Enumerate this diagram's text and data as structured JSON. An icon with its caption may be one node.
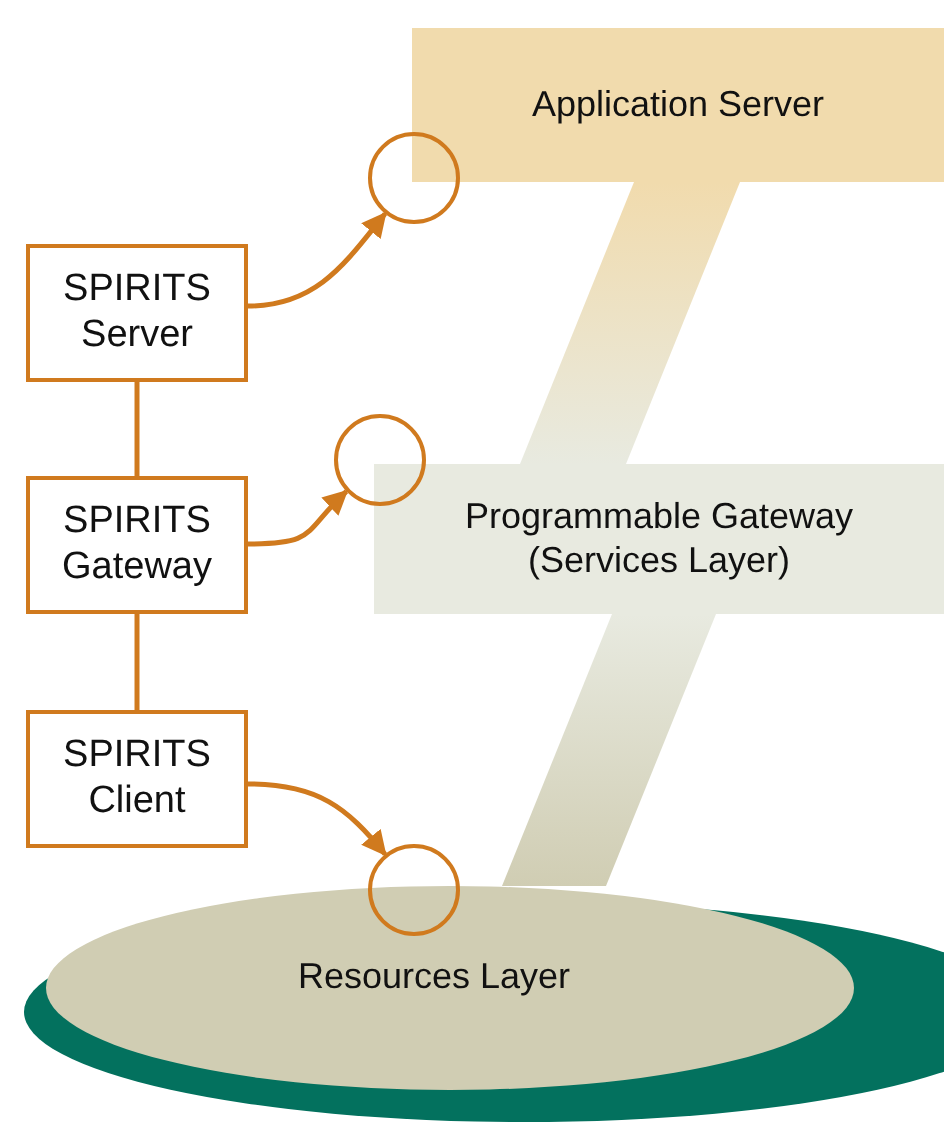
{
  "diagram": {
    "nodes": [
      {
        "text": [
          "Application Server"
        ]
      },
      {
        "text": [
          "Programmable Gateway (Services Layer)"
        ]
      },
      {
        "text": [
          "Resources Layer"
        ]
      },
      {
        "text": [
          "SPIRITS Server"
        ]
      },
      {
        "text": [
          "SPIRITS Gateway"
        ]
      },
      {
        "text": [
          "SPIRITS Client"
        ]
      },
      {
        "text": [],
        "shape": "circle"
      },
      {
        "text": [],
        "shape": "circle"
      },
      {
        "text": [],
        "shape": "circle"
      }
    ],
    "edges": [
      {
        "from": 0,
        "to": 1,
        "arrow": "none",
        "style": "thick"
      },
      {
        "from": 1,
        "to": 2,
        "arrow": "none",
        "style": "thick"
      },
      {
        "from": 3,
        "to": 6,
        "arrow": "to"
      },
      {
        "from": 3,
        "to": 4,
        "arrow": "none"
      },
      {
        "from": 4,
        "to": 7,
        "arrow": "to"
      },
      {
        "from": 4,
        "to": 5,
        "arrow": "none"
      },
      {
        "from": 5,
        "to": 8,
        "arrow": "to"
      }
    ]
  }
}
